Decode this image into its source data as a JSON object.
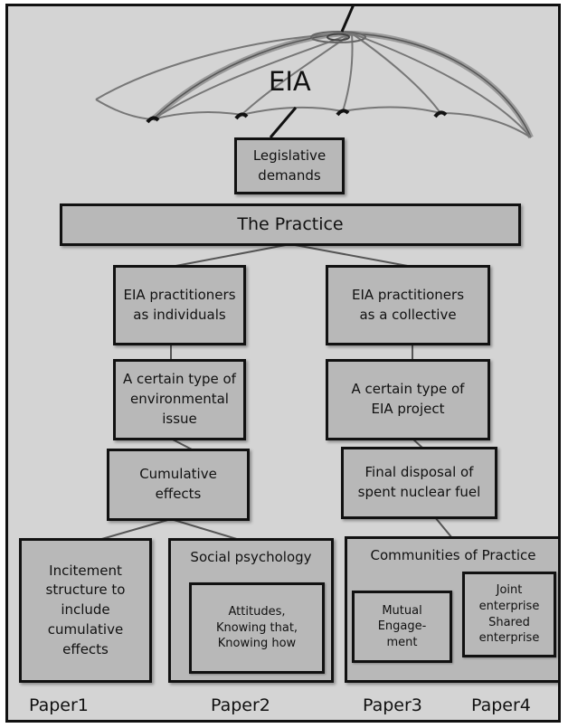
{
  "umbrella": {
    "label": "EIA"
  },
  "boxes": {
    "legislative": "Legislative\ndemands",
    "practice": "The Practice",
    "individuals": "EIA practitioners\nas individuals",
    "collective": "EIA practitioners\nas a collective",
    "env_issue": "A certain type of\nenvironmental\nissue",
    "eia_project": "A certain type of\nEIA project",
    "cumulative": "Cumulative\neffects",
    "final_disposal": "Final disposal of\nspent nuclear fuel",
    "incitement": "Incitement\nstructure to\ninclude\ncumulative\neffects",
    "social_psych": "Social psychology",
    "attitudes": "Attitudes,\nKnowing that,\nKnowing how",
    "communities": "Communities of Practice",
    "mutual": "Mutual\nEngage-\nment",
    "joint": "Joint\nenterprise\nShared\nenterprise"
  },
  "papers": {
    "paper1": "Paper1",
    "paper2": "Paper2",
    "paper3": "Paper3",
    "paper4": "Paper4"
  }
}
